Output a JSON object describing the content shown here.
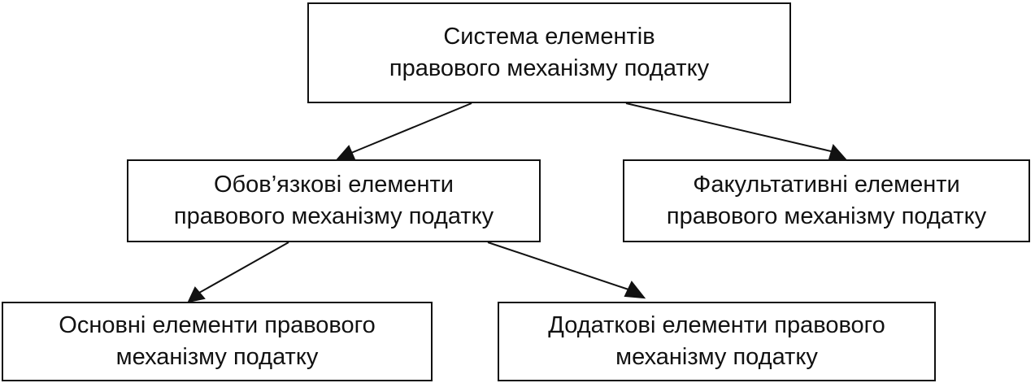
{
  "nodes": {
    "root": {
      "line1": "Система елементів",
      "line2": "правового механізму податку"
    },
    "mandatory": {
      "line1": "Обов’язкові елементи",
      "line2": "правового механізму податку"
    },
    "optional": {
      "line1": "Факультативні елементи",
      "line2": "правового механізму податку"
    },
    "main": {
      "line1": "Основні елементи правового",
      "line2": "механізму податку"
    },
    "additional": {
      "line1": "Додаткові елементи правового",
      "line2": "механізму податку"
    }
  },
  "edges": [
    {
      "from": "root",
      "to": "mandatory"
    },
    {
      "from": "root",
      "to": "optional"
    },
    {
      "from": "mandatory",
      "to": "main"
    },
    {
      "from": "mandatory",
      "to": "additional"
    }
  ]
}
